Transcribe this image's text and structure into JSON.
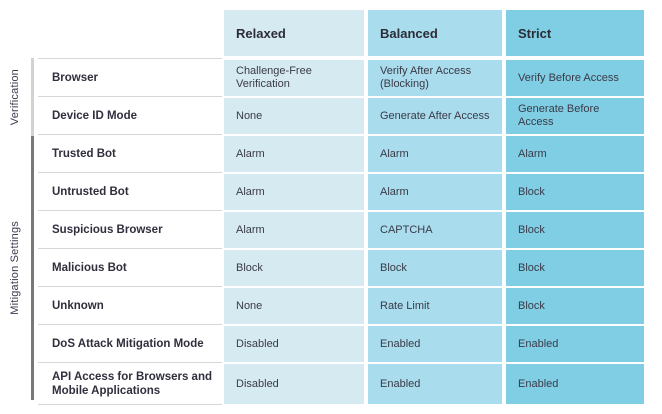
{
  "table": {
    "column_headers": [
      "",
      "Relaxed",
      "Balanced",
      "Strict"
    ],
    "column_colors": {
      "relaxed": "#d6eaf2",
      "balanced": "#a9dcec",
      "strict": "#80cee4"
    },
    "groups": [
      {
        "label": "Verification",
        "bar_color": "#d2d2d2",
        "row_count": 2
      },
      {
        "label": "Mitigation Settings",
        "bar_color": "#787878",
        "row_count": 7
      }
    ],
    "rows": [
      {
        "label": "Browser",
        "relaxed": "Challenge-Free Verification",
        "balanced": "Verify After Access (Blocking)",
        "strict": "Verify Before Access"
      },
      {
        "label": "Device ID Mode",
        "relaxed": "None",
        "balanced": "Generate After Access",
        "strict": "Generate Before Access"
      },
      {
        "label": "Trusted Bot",
        "relaxed": "Alarm",
        "balanced": "Alarm",
        "strict": "Alarm"
      },
      {
        "label": "Untrusted Bot",
        "relaxed": "Alarm",
        "balanced": "Alarm",
        "strict": "Block"
      },
      {
        "label": "Suspicious Browser",
        "relaxed": "Alarm",
        "balanced": "CAPTCHA",
        "strict": "Block"
      },
      {
        "label": "Malicious Bot",
        "relaxed": "Block",
        "balanced": "Block",
        "strict": "Block"
      },
      {
        "label": "Unknown",
        "relaxed": "None",
        "balanced": "Rate Limit",
        "strict": "Block"
      },
      {
        "label": "DoS Attack Mitigation Mode",
        "relaxed": "Disabled",
        "balanced": "Enabled",
        "strict": "Enabled"
      },
      {
        "label": "API Access for Browsers and Mobile Applications",
        "relaxed": "Disabled",
        "balanced": "Enabled",
        "strict": "Enabled"
      }
    ]
  }
}
